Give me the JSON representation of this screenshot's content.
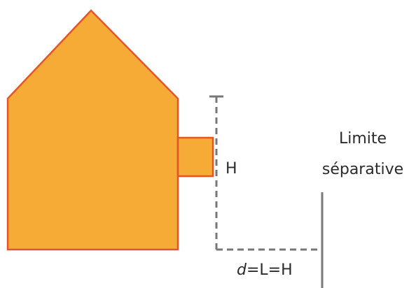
{
  "colors": {
    "house_fill": "#F5AB35",
    "house_stroke": "#E4552B",
    "dashed_line": "#777777",
    "boundary_line": "#7a7a7a",
    "text": "#2b2b2b"
  },
  "labels": {
    "height_label": "H",
    "boundary_label_line1": "Limite",
    "boundary_label_line2": "séparative",
    "distance_var": "d",
    "distance_rest": "=L=H"
  }
}
